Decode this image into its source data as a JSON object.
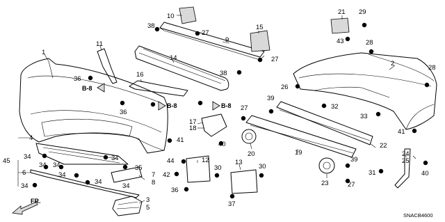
{
  "diagram_code": "SNACB4600",
  "direction_label": "FR.",
  "ref_label": "B-8",
  "callouts": [
    {
      "id": "1",
      "text": "1"
    },
    {
      "id": "2",
      "text": "2"
    },
    {
      "id": "3",
      "text": "3"
    },
    {
      "id": "4",
      "text": "4"
    },
    {
      "id": "5",
      "text": "5"
    },
    {
      "id": "6",
      "text": "6"
    },
    {
      "id": "7",
      "text": "7"
    },
    {
      "id": "8",
      "text": "8"
    },
    {
      "id": "9",
      "text": "9"
    },
    {
      "id": "10",
      "text": "10"
    },
    {
      "id": "11",
      "text": "11"
    },
    {
      "id": "12",
      "text": "12"
    },
    {
      "id": "13",
      "text": "13"
    },
    {
      "id": "14",
      "text": "14"
    },
    {
      "id": "15",
      "text": "15"
    },
    {
      "id": "16",
      "text": "16"
    },
    {
      "id": "17",
      "text": "17"
    },
    {
      "id": "18",
      "text": "18"
    },
    {
      "id": "19",
      "text": "19"
    },
    {
      "id": "20",
      "text": "20"
    },
    {
      "id": "21",
      "text": "21"
    },
    {
      "id": "22",
      "text": "22"
    },
    {
      "id": "23",
      "text": "23"
    },
    {
      "id": "24",
      "text": "24"
    },
    {
      "id": "25",
      "text": "25"
    },
    {
      "id": "26",
      "text": "26"
    },
    {
      "id": "27",
      "text": "27"
    },
    {
      "id": "28",
      "text": "28"
    },
    {
      "id": "29",
      "text": "29"
    },
    {
      "id": "30",
      "text": "30"
    },
    {
      "id": "31",
      "text": "31"
    },
    {
      "id": "32",
      "text": "32"
    },
    {
      "id": "33",
      "text": "33"
    },
    {
      "id": "34",
      "text": "34"
    },
    {
      "id": "35",
      "text": "35"
    },
    {
      "id": "36",
      "text": "36"
    },
    {
      "id": "37",
      "text": "37"
    },
    {
      "id": "38",
      "text": "38"
    },
    {
      "id": "39",
      "text": "39"
    },
    {
      "id": "40",
      "text": "40"
    },
    {
      "id": "41",
      "text": "41"
    },
    {
      "id": "42",
      "text": "42"
    },
    {
      "id": "43",
      "text": "43"
    },
    {
      "id": "44",
      "text": "44"
    },
    {
      "id": "45",
      "text": "45"
    }
  ]
}
